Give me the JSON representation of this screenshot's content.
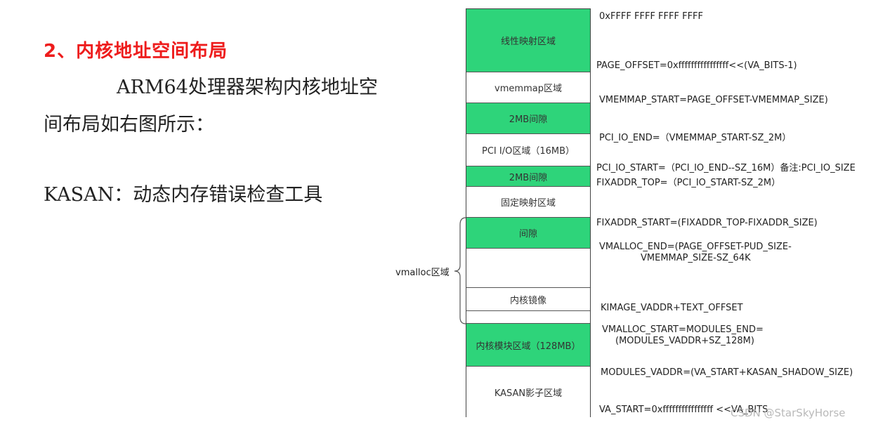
{
  "heading": "2、内核地址空间布局",
  "intro_line1": "ARM64处理器架构内核地址空",
  "intro_line2": "间布局如右图所示：",
  "kasan_line": "KASAN：动态内存错误检查工具",
  "vmalloc_label": "vmalloc区域",
  "blocks": [
    {
      "label": "线性映射区域",
      "color": "green"
    },
    {
      "label": "vmemmap区域",
      "color": "white"
    },
    {
      "label": "2MB间隙",
      "color": "green"
    },
    {
      "label": "PCI I/O区域（16MB）",
      "color": "white"
    },
    {
      "label": "2MB间隙",
      "color": "green"
    },
    {
      "label": "固定映射区域",
      "color": "white"
    },
    {
      "label": "间隙",
      "color": "green"
    },
    {
      "label": "",
      "color": "white"
    },
    {
      "label": "内核镜像",
      "color": "white"
    },
    {
      "label": "",
      "color": "white"
    },
    {
      "label": "内核模块区域（128MB）",
      "color": "green"
    },
    {
      "label": "KASAN影子区域",
      "color": "white"
    }
  ],
  "annotations": [
    "0xFFFF FFFF FFFF FFFF",
    "PAGE_OFFSET=0xffffffffffffffff<<(VA_BITS-1)",
    "VMEMMAP_START=PAGE_OFFSET-VMEMMAP_SIZE)",
    "PCI_IO_END=（VMEMMAP_START-SZ_2M）",
    "PCI_IO_START=（PCI_IO_END--SZ_16M）备注:PCI_IO_SIZE",
    "FIXADDR_TOP=（PCI_IO_START-SZ_2M）",
    "FIXADDR_START=(FIXADDR_TOP-FIXADDR_SIZE)",
    "VMALLOC_END=(PAGE_OFFSET-PUD_SIZE-",
    "VMEMMAP_SIZE-SZ_64K",
    "KIMAGE_VADDR+TEXT_OFFSET",
    "VMALLOC_START=MODULES_END=",
    "(MODULES_VADDR+SZ_128M)",
    "MODULES_VADDR=(VA_START+KASAN_SHADOW_SIZE)",
    "VA_START=0xffffffffffffffff <<VA_BITS"
  ],
  "watermark": "CSDN @StarSkyHorse",
  "colors": {
    "green": "#2ed47a",
    "heading_red": "#ee1c1c"
  }
}
